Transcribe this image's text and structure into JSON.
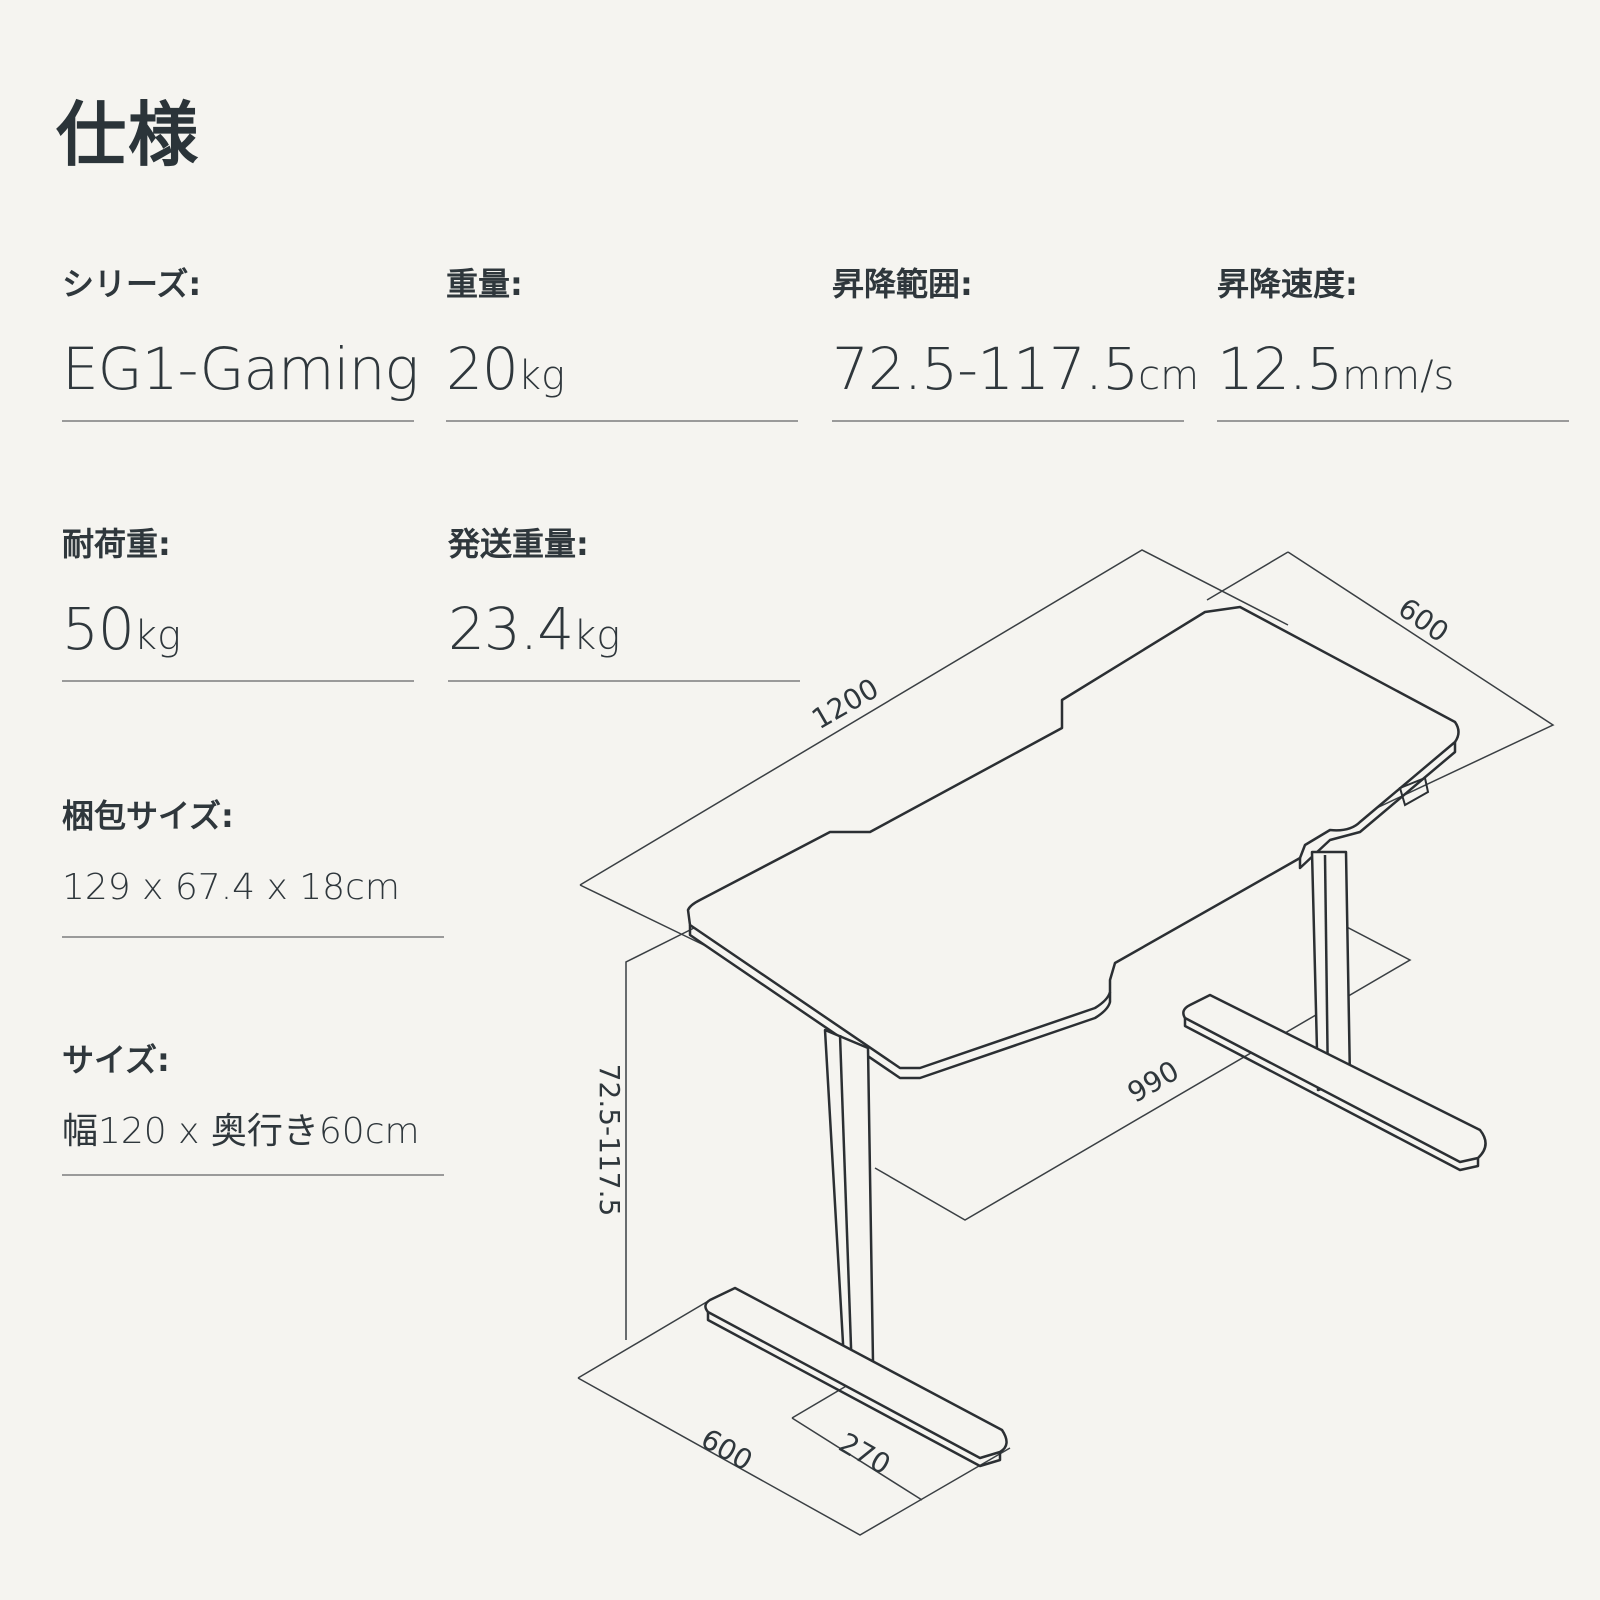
{
  "title": "仕様",
  "specs": {
    "series": {
      "label": "シリーズ:",
      "value": "EG1-Gaming",
      "unit": ""
    },
    "weight": {
      "label": "重量:",
      "value": "20",
      "unit": "kg"
    },
    "range": {
      "label": "昇降範囲:",
      "value": "72.5-117.5",
      "unit": "cm"
    },
    "speed": {
      "label": "昇降速度:",
      "value": "12.5",
      "unit": "mm/s"
    },
    "load": {
      "label": "耐荷重:",
      "value": "50",
      "unit": "kg"
    },
    "ship": {
      "label": "発送重量:",
      "value": "23.4",
      "unit": "kg"
    },
    "package": {
      "label": "梱包サイズ:",
      "value": "129 x 67.4 x 18cm"
    },
    "size": {
      "label": "サイズ:",
      "value": "幅120 x 奥行き60cm"
    }
  },
  "diagram": {
    "dim_width": "1200",
    "dim_depth_top": "600",
    "dim_leg_span": "990",
    "dim_height": "72.5-117.5",
    "dim_foot_length": "600",
    "dim_foot_offset": "270"
  }
}
